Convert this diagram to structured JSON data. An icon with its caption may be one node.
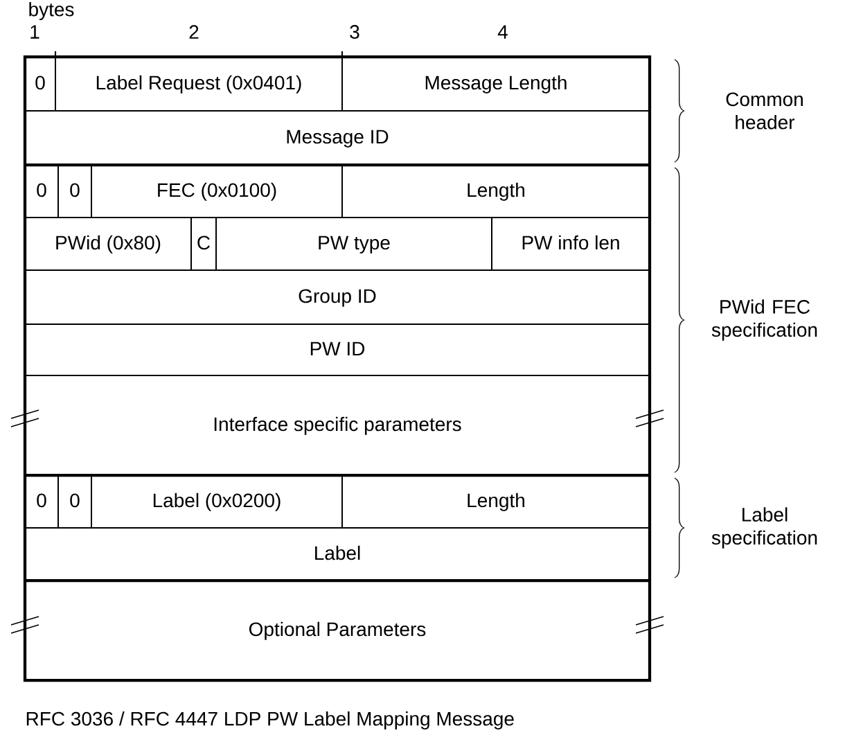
{
  "diagram": {
    "caption": "RFC 3036 / RFC 4447 LDP PW Label Mapping Message",
    "nodes": [
      {
        "text": [
          "0"
        ]
      },
      {
        "text": [
          "Label Request (0x0401)"
        ]
      },
      {
        "text": [
          "Message Length"
        ]
      },
      {
        "text": [
          "Message ID"
        ]
      },
      {
        "text": [
          "0"
        ]
      },
      {
        "text": [
          "0"
        ]
      },
      {
        "text": [
          "FEC (0x0100)"
        ]
      },
      {
        "text": [
          "Length"
        ]
      },
      {
        "text": [
          "PWid (0x80)"
        ]
      },
      {
        "text": [
          "C"
        ]
      },
      {
        "text": [
          "PW type"
        ]
      },
      {
        "text": [
          "PW info len"
        ]
      },
      {
        "text": [
          "Group ID"
        ]
      },
      {
        "text": [
          "PW ID"
        ]
      },
      {
        "text": [
          "Interface specific parameters"
        ]
      },
      {
        "text": [
          "0"
        ]
      },
      {
        "text": [
          "0"
        ]
      },
      {
        "text": [
          "Label (0x0200)"
        ]
      },
      {
        "text": [
          "Length"
        ]
      },
      {
        "text": [
          "Label"
        ]
      },
      {
        "text": [
          "Optional Parameters"
        ]
      }
    ],
    "labels": [
      "bytes",
      "1",
      "2",
      "3",
      "4",
      "Common header",
      "PWid FEC specification",
      "Label specification"
    ]
  }
}
